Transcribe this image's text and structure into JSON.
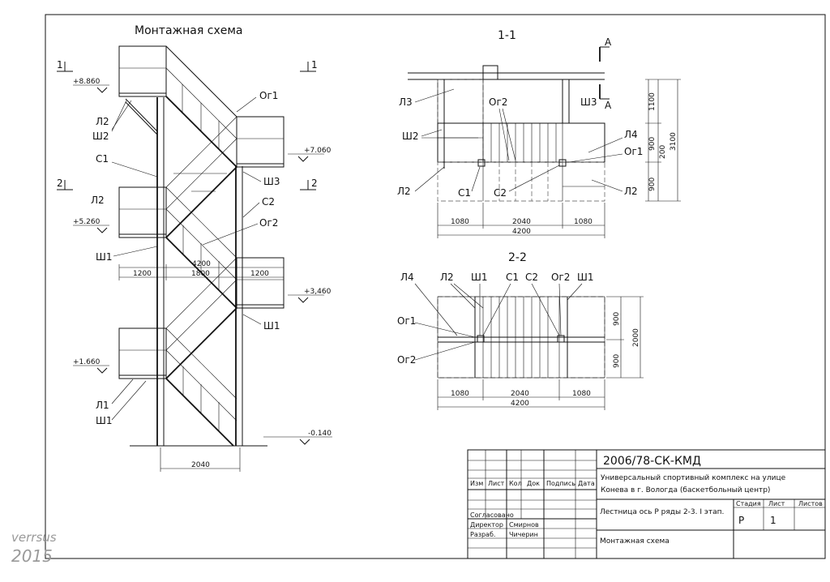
{
  "drawing": {
    "main_title": "Монтажная схема",
    "section_1_title": "1-1",
    "section_2_title": "2-2",
    "elevation": {
      "marks": [
        "+8.860",
        "+7.060",
        "+5.260",
        "+3,460",
        "+1.660",
        "-0.140"
      ],
      "section_marks": [
        "1",
        "1",
        "2",
        "2"
      ],
      "labels": {
        "l2_top": "Л2",
        "sh2": "Ш2",
        "s1": "С1",
        "l2_mid": "Л2",
        "sh1_mid": "Ш1",
        "og1": "Ог1",
        "sh3": "Ш3",
        "s2": "С2",
        "og2": "Ог2",
        "sh1_right": "Ш1",
        "l1": "Л1",
        "sh1_bottom": "Ш1"
      },
      "dims": {
        "total": "4200",
        "left": "1200",
        "middle": "1800",
        "right": "1200",
        "bottom": "2040"
      }
    },
    "section_1": {
      "labels": {
        "l3": "Л3",
        "og2": "Ог2",
        "sh3": "Ш3",
        "a_top": "А",
        "a_bottom": "А",
        "sh2": "Ш2",
        "l4": "Л4",
        "og1": "Ог1",
        "l2_left": "Л2",
        "s1": "С1",
        "s2": "С2",
        "l2_right": "Л2"
      },
      "dims": {
        "v1": "1100",
        "v2": "900",
        "v3": "200",
        "v4": "900",
        "total_v": "3100",
        "h1": "1080",
        "h2": "2040",
        "h3": "1080",
        "total_h": "4200"
      }
    },
    "section_2": {
      "labels": {
        "l4": "Л4",
        "l2": "Л2",
        "sh1": "Ш1",
        "s1": "С1",
        "s2": "С2",
        "og2_top": "Ог2",
        "sh1_right": "Ш1",
        "og1": "Ог1",
        "og2_left": "Ог2"
      },
      "dims": {
        "v1": "900",
        "v2": "900",
        "total_v": "2000",
        "h1": "1080",
        "h2": "2040",
        "h3": "1080",
        "total_h": "4200"
      }
    }
  },
  "title_block": {
    "code": "2006/78-СК-КМД",
    "project_line1": "Универсальный спортивный комплекс на улице",
    "project_line2": "Конева в г. Вологда (баскетбольный центр)",
    "headers": [
      "Изм",
      "Лист",
      "Кол",
      "Док",
      "Подпись",
      "Дата"
    ],
    "sheet_title": "Лестница ось Р ряды 2-3. I этап.",
    "stage_label": "Стадия",
    "sheet_label": "Лист",
    "sheets_label": "Листов",
    "stage_value": "Р",
    "sheet_value": "1",
    "approved": "Согласовано",
    "director_role": "Директор",
    "director_name": "Смирнов",
    "developer_role": "Разраб.",
    "developer_name": "Чичерин",
    "drawing_name": "Монтажная схема"
  },
  "watermark": {
    "line1": "verrsus",
    "line2": "2015"
  }
}
